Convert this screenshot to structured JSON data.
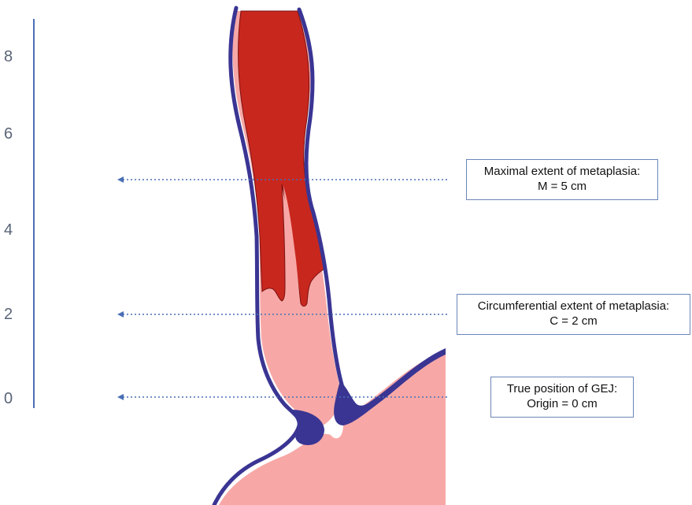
{
  "scale": {
    "ticks": [
      "8",
      "6",
      "4",
      "2",
      "0"
    ]
  },
  "labels": {
    "maximal": {
      "line1": "Maximal extent of metaplasia:",
      "line2": "M = 5 cm"
    },
    "circumferential": {
      "line1": "Circumferential extent of metaplasia:",
      "line2": "C = 2 cm"
    },
    "gej": {
      "line1": "True position of GEJ:",
      "line2": "Origin = 0 cm"
    }
  },
  "colors": {
    "mucosa_pink": "#f7a8a6",
    "metaplasia_red": "#c8271e",
    "wall_blue": "#3a3593",
    "arrow_blue": "#4a6fb5"
  }
}
